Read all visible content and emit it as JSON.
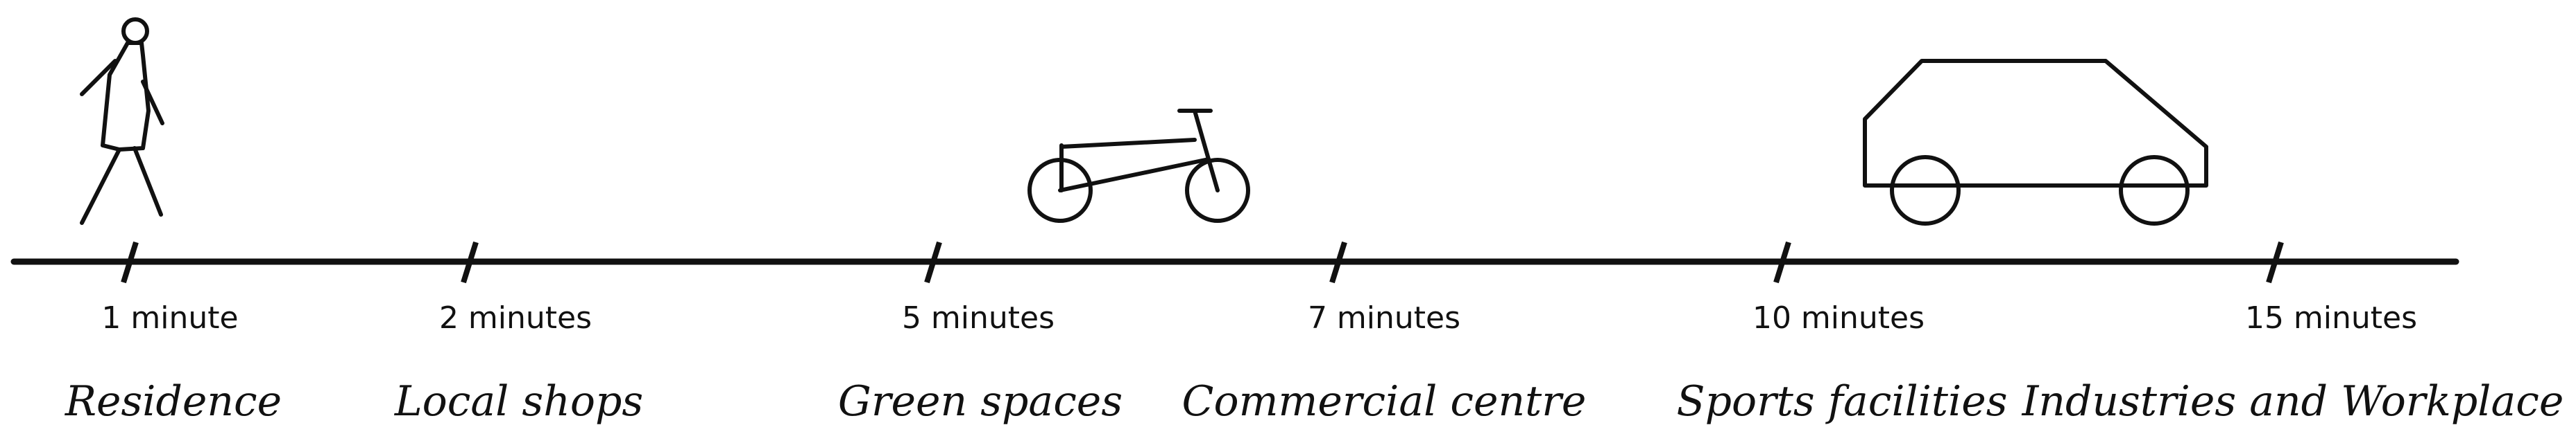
{
  "stops": [
    {
      "time": "1 minute",
      "place": "Residence"
    },
    {
      "time": "2 minutes",
      "place": "Local shops"
    },
    {
      "time": "5 minutes",
      "place": "Green spaces"
    },
    {
      "time": "7 minutes",
      "place": "Commercial centre"
    },
    {
      "time": "10 minutes",
      "place": "Sports facilities"
    },
    {
      "time": "15 minutes",
      "place": "Industries and Workplace"
    }
  ],
  "icons": [
    "pedestrian-icon",
    "bicycle-icon",
    "car-icon"
  ],
  "colors": {
    "ink": "#111111",
    "background": "#ffffff"
  }
}
